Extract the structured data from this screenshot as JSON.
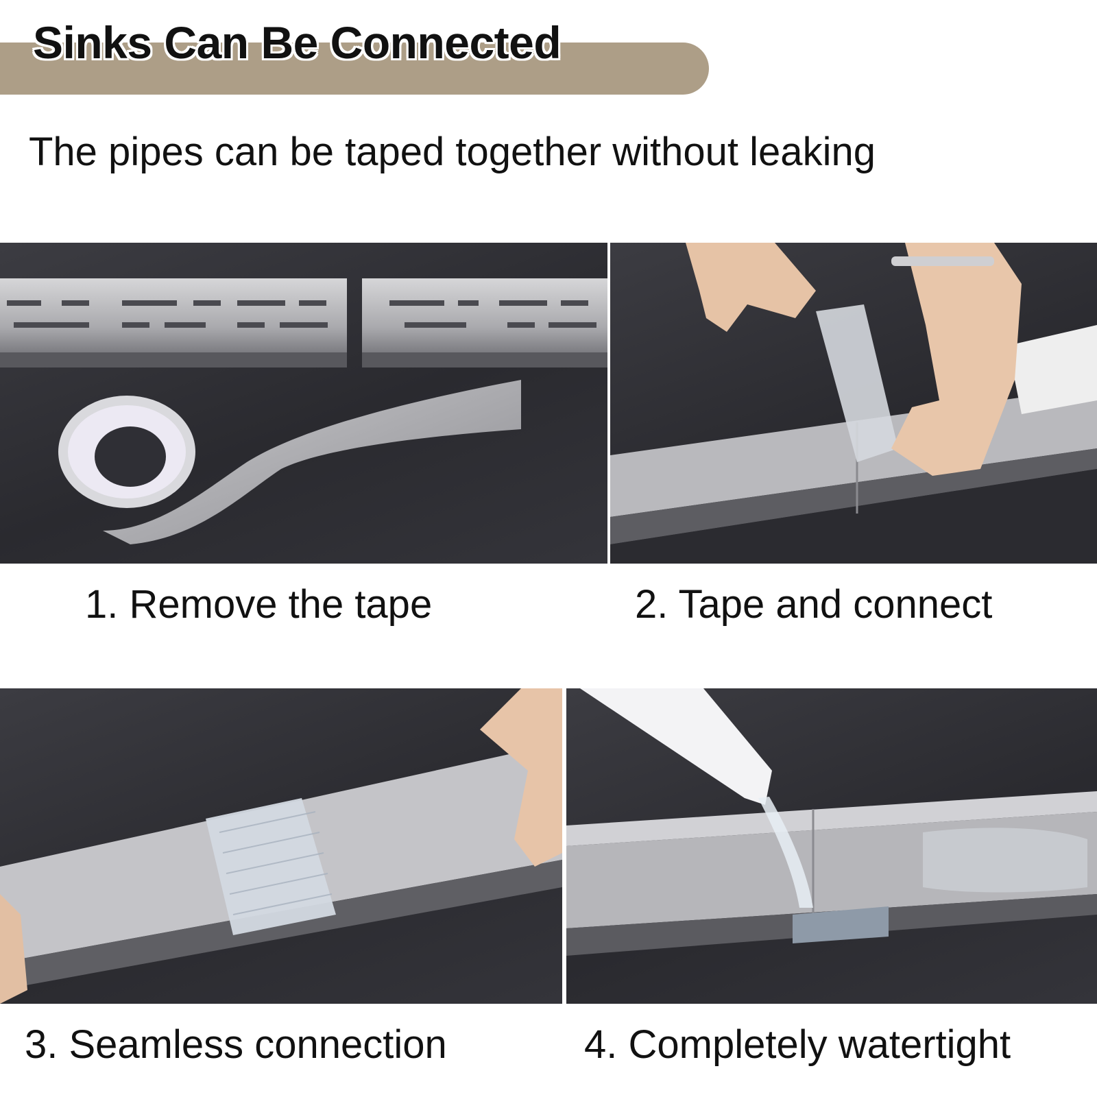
{
  "header": {
    "title": "Sinks Can Be Connected",
    "subtitle": "The pipes can be taped together without leaking"
  },
  "steps": [
    {
      "caption": "1. Remove the tape"
    },
    {
      "caption": "2. Tape and connect"
    },
    {
      "caption": "3. Seamless connection"
    },
    {
      "caption": "4. Completely watertight"
    }
  ],
  "colors": {
    "banner": "#ad9e87",
    "background": "#ffffff",
    "text": "#111111"
  }
}
